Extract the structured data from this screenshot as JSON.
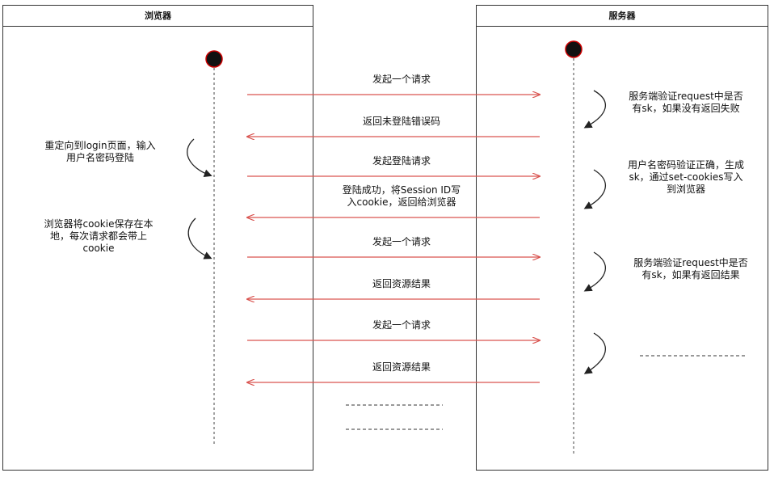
{
  "lanes": {
    "browser": "浏览器",
    "server": "服务器"
  },
  "messages": [
    {
      "label": "发起一个请求",
      "direction": "to-server"
    },
    {
      "label": "返回未登陆错误码",
      "direction": "to-browser"
    },
    {
      "label": "发起登陆请求",
      "direction": "to-server"
    },
    {
      "label": "登陆成功，将Session ID写\n入cookie，返回给浏览器",
      "direction": "to-browser"
    },
    {
      "label": "发起一个请求",
      "direction": "to-server"
    },
    {
      "label": "返回资源结果",
      "direction": "to-browser"
    },
    {
      "label": "发起一个请求",
      "direction": "to-server"
    },
    {
      "label": "返回资源结果",
      "direction": "to-browser"
    }
  ],
  "browser_notes": [
    "重定向到login页面，输入\n用户名密码登陆",
    "浏览器将cookie保存在本\n地，每次请求都会带上\ncookie"
  ],
  "server_notes": [
    "服务端验证request中是否\n有sk，如果没有返回失败",
    "用户名密码验证正确，生成\nsk，通过set-cookies写入\n到浏览器",
    "服务端验证request中是否\n有sk，如果有返回结果"
  ],
  "colors": {
    "arrow": "#d9534f",
    "lifeline": "#444444",
    "border": "#333333"
  }
}
